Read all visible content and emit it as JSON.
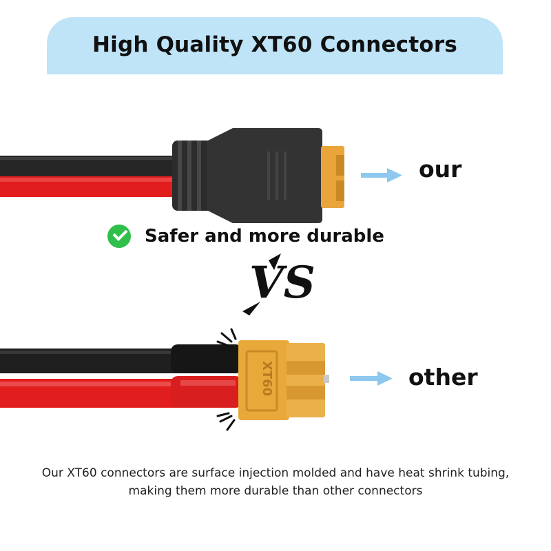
{
  "banner": {
    "title": "High Quality XT60 Connectors"
  },
  "top_product": {
    "label": "our",
    "benefit": "Safer and more durable",
    "benefit_icon": "check-circle-icon"
  },
  "versus": {
    "text": "VS"
  },
  "bottom_product": {
    "label": "other",
    "connector_marking": "XT60"
  },
  "caption": {
    "line1": "Our XT60 connectors are surface injection molded and have heat shrink tubing,",
    "line2": "making them more durable than other connectors"
  },
  "colors": {
    "banner_bg": "#bfe3f7",
    "connector_yellow": "#e8a93a",
    "wire_red": "#e11d1d",
    "wire_black": "#1f1f1f",
    "arrow_blue": "#8ec8ee",
    "check_green": "#2fbf4a"
  }
}
